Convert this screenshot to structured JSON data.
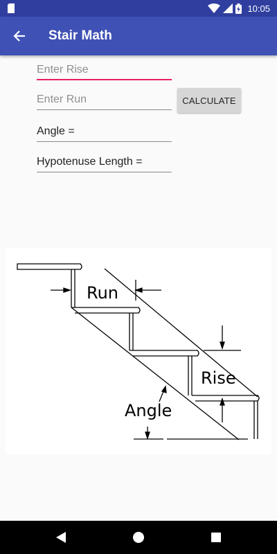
{
  "status_bar": {
    "time": "10:05",
    "icons": [
      "sd-card-icon",
      "wifi-icon",
      "signal-icon",
      "battery-icon"
    ]
  },
  "app_bar": {
    "title": "Stair Math",
    "back_icon": "arrow-back-icon"
  },
  "form": {
    "rise_placeholder": "Enter Rise",
    "rise_value": "",
    "run_placeholder": "Enter Run",
    "run_value": "",
    "calculate_label": "CALCULATE",
    "angle_label": "Angle =",
    "hypotenuse_label": "Hypotenuse Length ="
  },
  "diagram": {
    "run_label": "Run",
    "rise_label": "Rise",
    "angle_label": "Angle"
  },
  "nav_bar": {
    "icons": [
      "back-triangle-icon",
      "home-circle-icon",
      "recents-square-icon"
    ]
  },
  "colors": {
    "status_bar": "#303f9f",
    "app_bar": "#3f51b5",
    "accent": "#e91e63",
    "button": "#d6d6d6"
  }
}
